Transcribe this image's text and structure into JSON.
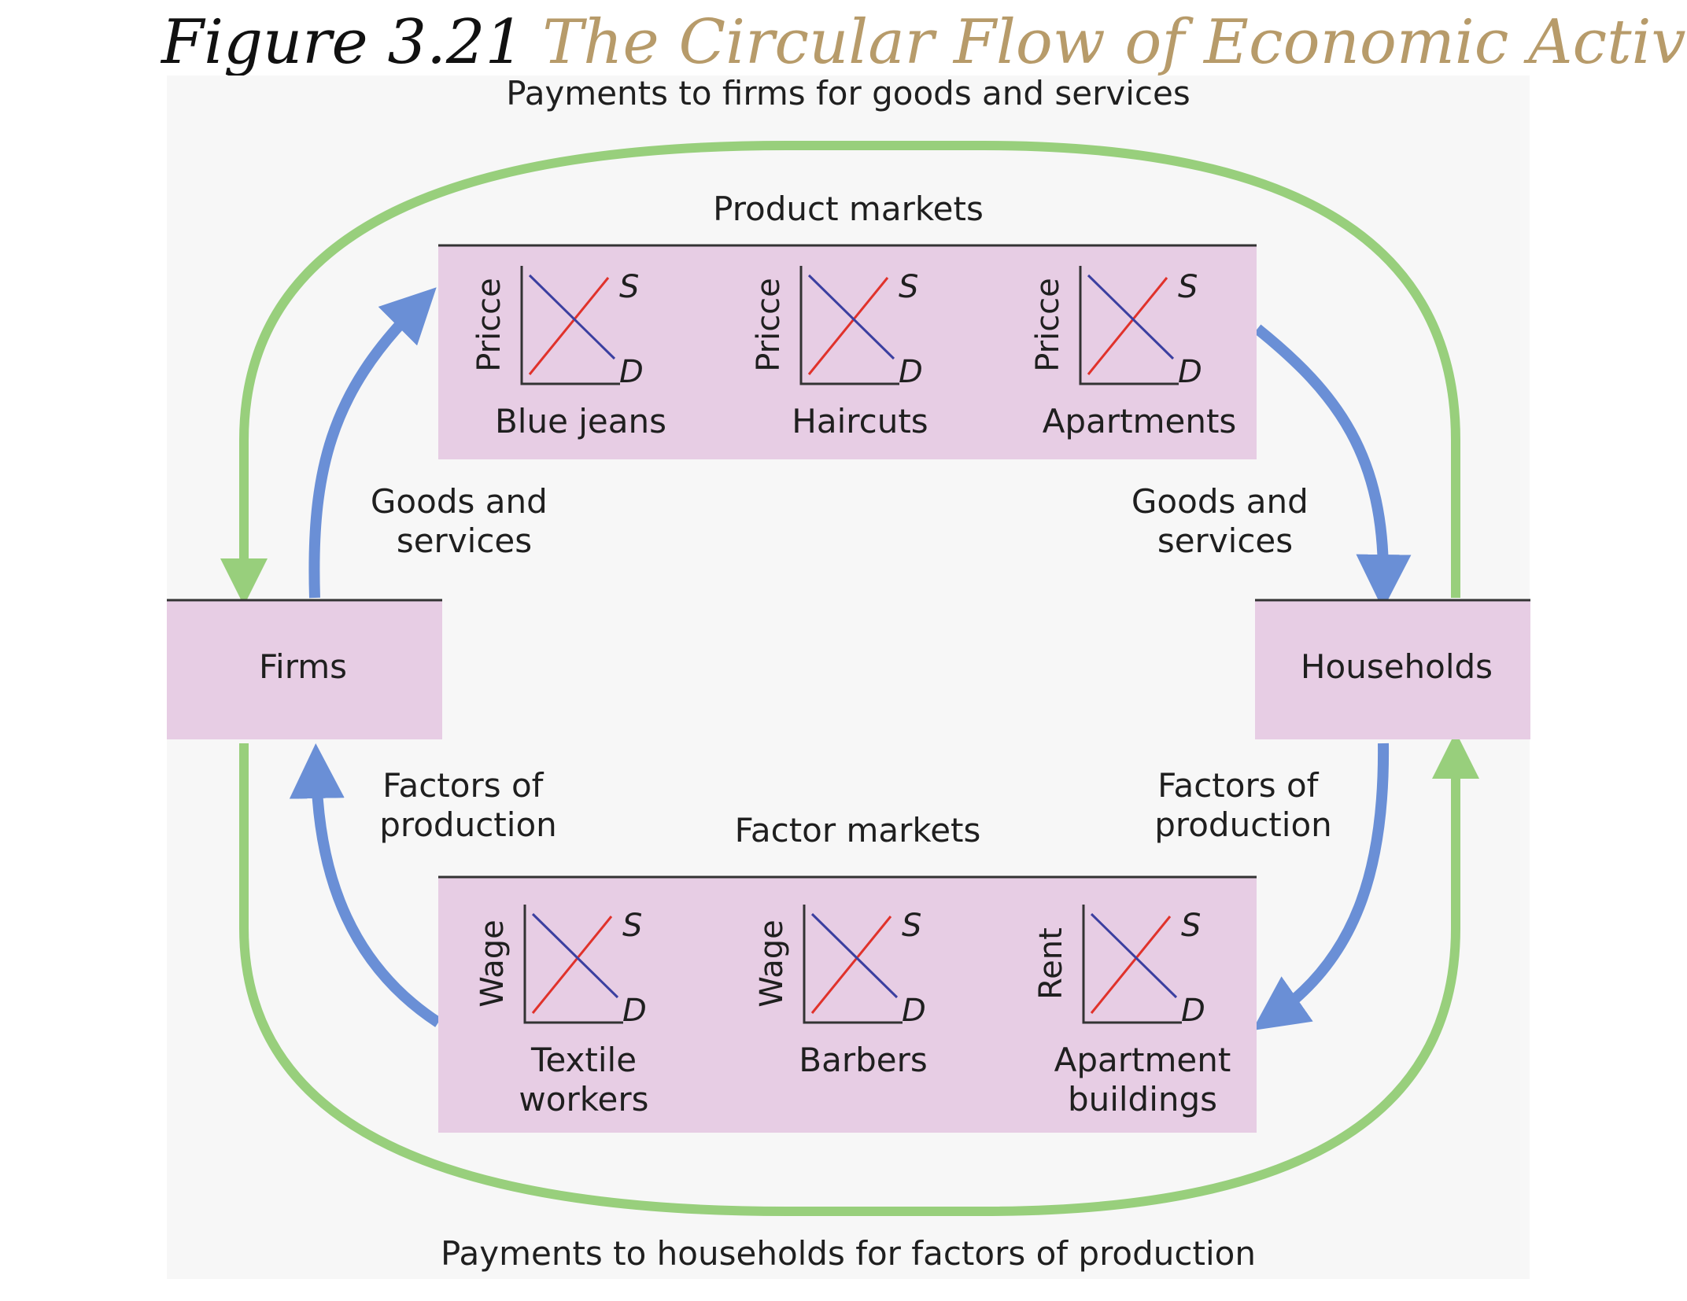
{
  "figure": {
    "number_label": "Figure 3.21",
    "title": "The Circular Flow of Economic Activity"
  },
  "flows": {
    "top_payment": "Payments to firms for goods and services",
    "bottom_payment": "Payments to households for factors of production",
    "goods_left": [
      "Goods and",
      "services"
    ],
    "goods_right": [
      "Goods and",
      "services"
    ],
    "factors_left": [
      "Factors of",
      "production"
    ],
    "factors_right": [
      "Factors of",
      "production"
    ]
  },
  "sectors": {
    "firms": "Firms",
    "households": "Households"
  },
  "product_markets": {
    "title": "Product markets",
    "markets": [
      {
        "axis": "Pricce",
        "name": [
          "Blue jeans"
        ],
        "supply": "S",
        "demand": "D"
      },
      {
        "axis": "Pricce",
        "name": [
          "Haircuts"
        ],
        "supply": "S",
        "demand": "D"
      },
      {
        "axis": "Pricce",
        "name": [
          "Apartments"
        ],
        "supply": "S",
        "demand": "D"
      }
    ]
  },
  "factor_markets": {
    "title": "Factor markets",
    "markets": [
      {
        "axis": "Wage",
        "name": [
          "Textile",
          "workers"
        ],
        "supply": "S",
        "demand": "D"
      },
      {
        "axis": "Wage",
        "name": [
          "Barbers"
        ],
        "supply": "S",
        "demand": "D"
      },
      {
        "axis": "Rent",
        "name": [
          "Apartment",
          "buildings"
        ],
        "supply": "S",
        "demand": "D"
      }
    ]
  },
  "colors": {
    "money_flow": "#98cf7c",
    "real_flow": "#6a8fd6",
    "box_fill": "#e7cde4",
    "background": "#f7f7f7",
    "supply_curve": "#e0322b",
    "demand_curve": "#3b3fa0"
  }
}
